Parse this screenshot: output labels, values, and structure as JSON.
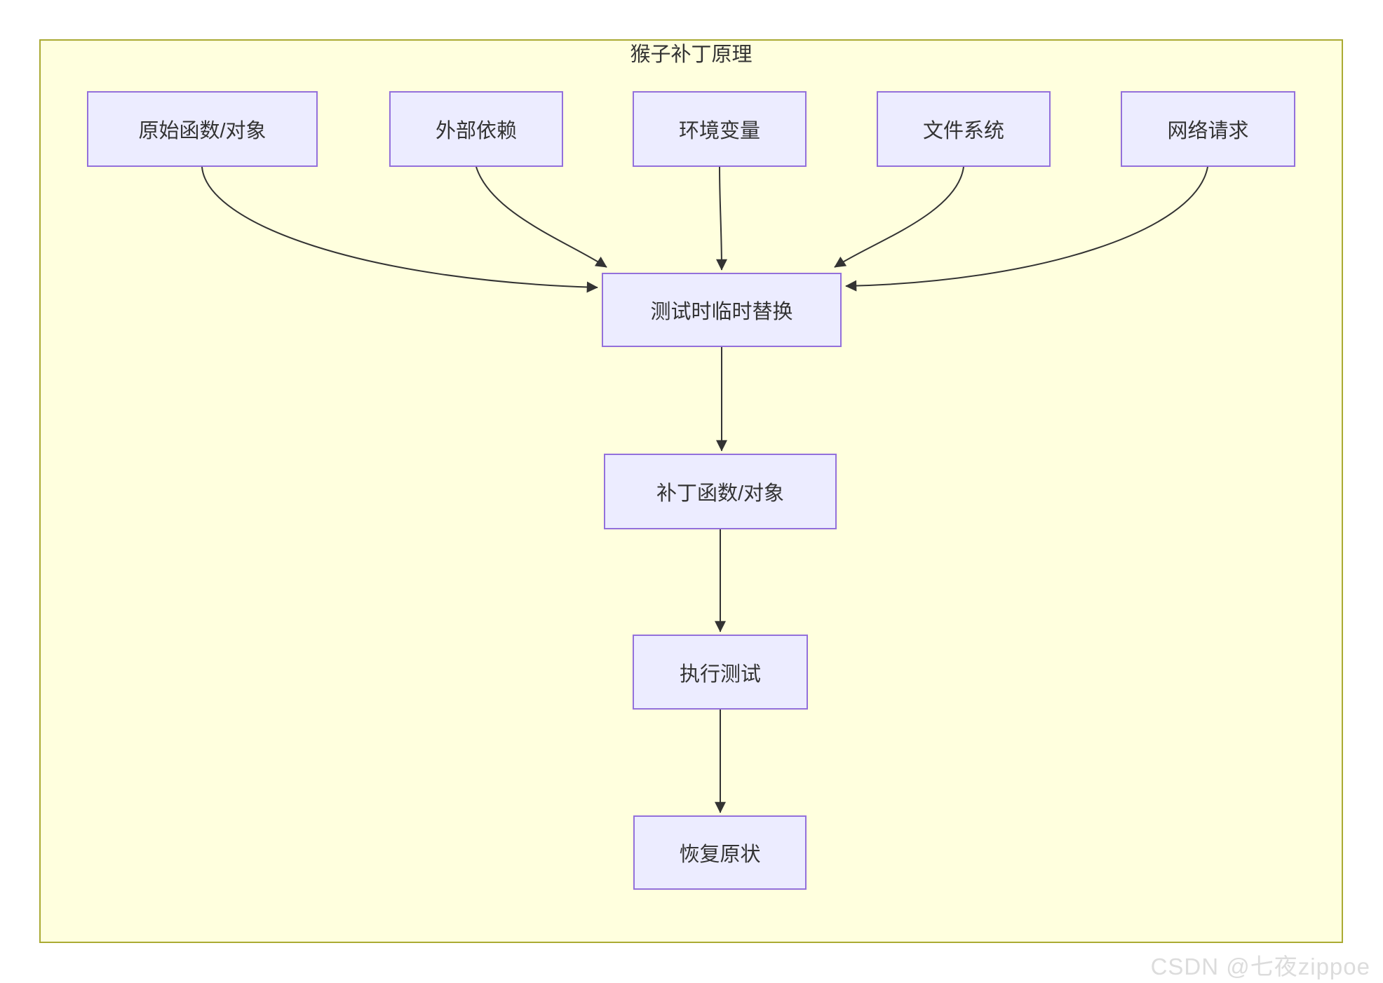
{
  "diagram": {
    "title": "猴子补丁原理",
    "nodes": [
      {
        "id": "original-function",
        "label": "原始函数/对象"
      },
      {
        "id": "external-dependency",
        "label": "外部依赖"
      },
      {
        "id": "environment-variable",
        "label": "环境变量"
      },
      {
        "id": "file-system",
        "label": "文件系统"
      },
      {
        "id": "network-request",
        "label": "网络请求"
      },
      {
        "id": "temporary-replace",
        "label": "测试时临时替换"
      },
      {
        "id": "patch-function",
        "label": "补丁函数/对象"
      },
      {
        "id": "run-test",
        "label": "执行测试"
      },
      {
        "id": "restore-original",
        "label": "恢复原状"
      }
    ],
    "edges": [
      {
        "from": "原始函数/对象",
        "to": "测试时临时替换"
      },
      {
        "from": "外部依赖",
        "to": "测试时临时替换"
      },
      {
        "from": "环境变量",
        "to": "测试时临时替换"
      },
      {
        "from": "文件系统",
        "to": "测试时临时替换"
      },
      {
        "from": "网络请求",
        "to": "测试时临时替换"
      },
      {
        "from": "测试时临时替换",
        "to": "补丁函数/对象"
      },
      {
        "from": "补丁函数/对象",
        "to": "执行测试"
      },
      {
        "from": "执行测试",
        "to": "恢复原状"
      }
    ],
    "colors": {
      "cluster_fill": "#ffffde",
      "cluster_border": "#aaaa33",
      "node_fill": "#ececff",
      "node_border": "#9370db",
      "edge": "#333333",
      "text": "#333333",
      "watermark": "#dcdcdc"
    }
  },
  "watermark": {
    "text": "CSDN @七夜zippoe"
  }
}
